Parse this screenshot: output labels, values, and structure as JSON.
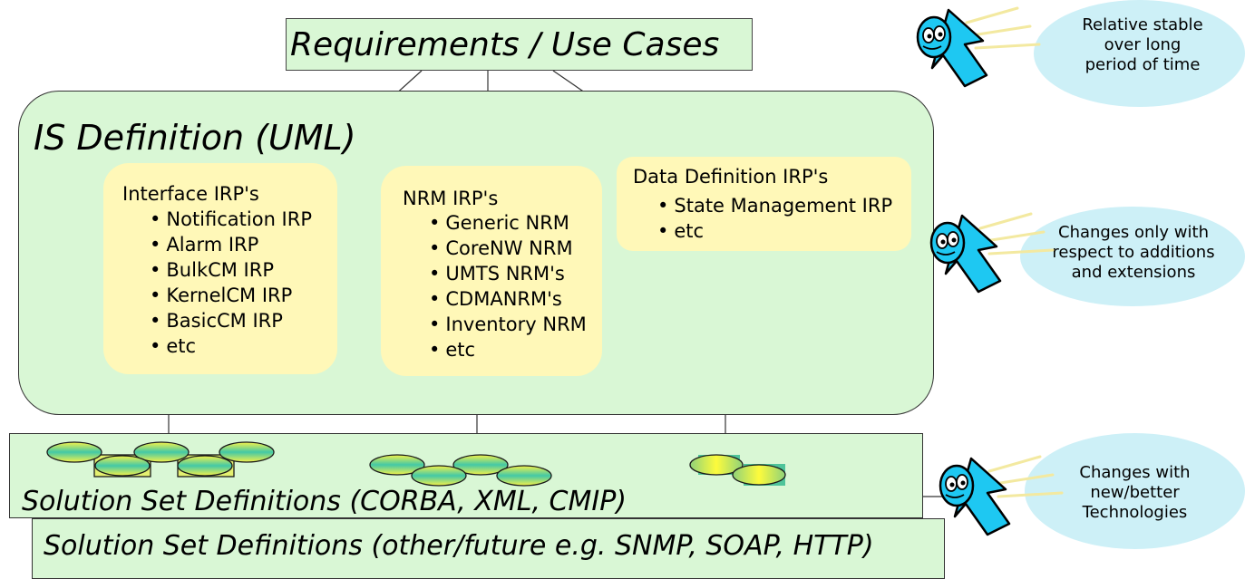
{
  "requirements": {
    "title": "Requirements / Use Cases"
  },
  "is_definition": {
    "title": "IS Definition (UML)"
  },
  "interface_irps": {
    "heading": "Interface IRP's",
    "items": [
      "Notification IRP",
      "Alarm IRP",
      "BulkCM IRP",
      "KernelCM IRP",
      "BasicCM IRP",
      "etc"
    ]
  },
  "nrm_irps": {
    "heading": "NRM IRP's",
    "items": [
      "Generic NRM",
      "CoreNW NRM",
      "UMTS NRM's",
      "CDMANRM's",
      "Inventory NRM",
      "etc"
    ]
  },
  "data_definition_irps": {
    "heading": "Data Definition IRP's",
    "items": [
      "State Management IRP",
      "etc"
    ]
  },
  "solution_sets": {
    "title": "Solution Set Definitions (CORBA, XML, CMIP)",
    "future_title": "Solution Set Definitions (other/future e.g. SNMP, SOAP, HTTP)"
  },
  "notes": {
    "stable": [
      "Relative stable",
      "over long",
      "period of time"
    ],
    "additions": [
      "Changes only with",
      "respect to additions",
      "and extensions"
    ],
    "technologies": [
      "Changes with",
      "new/better",
      "Technologies"
    ]
  },
  "colors": {
    "green_box": "#d9f7d5",
    "yellow_box": "#fff8b8",
    "cyan_note": "#cdf0f7",
    "arrow_blue": "#1ec8f2"
  },
  "icons": [
    "arrow-face-icon",
    "oval-cluster-icon"
  ]
}
